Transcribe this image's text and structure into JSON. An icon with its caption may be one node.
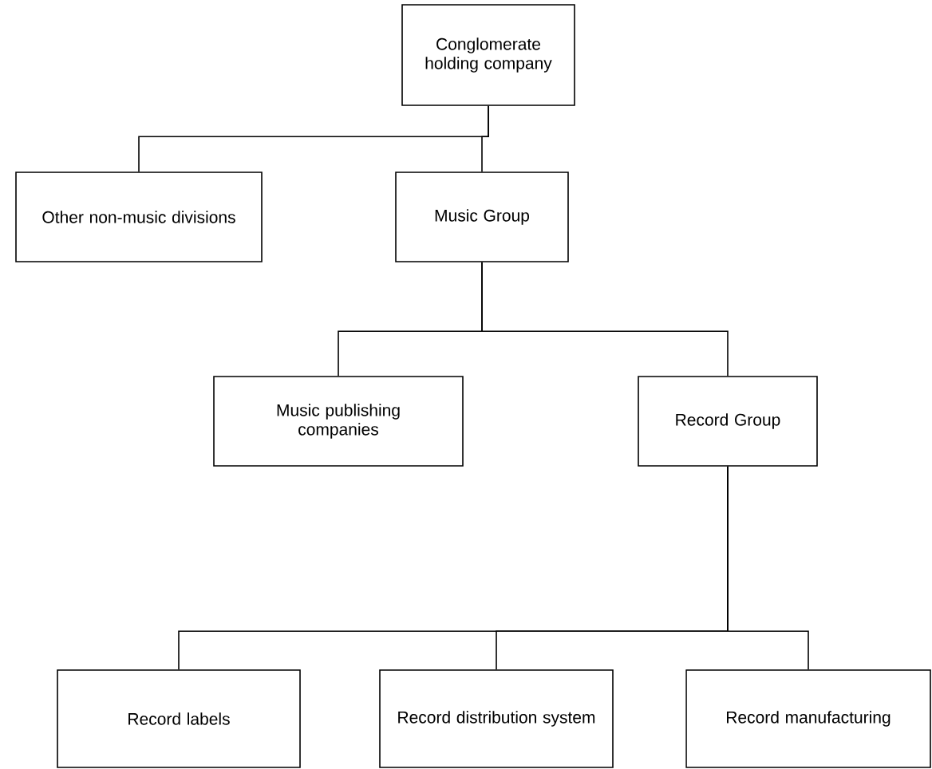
{
  "diagram": {
    "nodes": [
      {
        "text": [
          "Conglomerate holding company"
        ]
      },
      {
        "text": [
          "Other non-music divisions"
        ]
      },
      {
        "text": [
          "Music Group"
        ]
      },
      {
        "text": [
          "Music publishing companies"
        ]
      },
      {
        "text": [
          "Record Group"
        ]
      },
      {
        "text": [
          "Record labels"
        ]
      },
      {
        "text": [
          "Record distribution system"
        ]
      },
      {
        "text": [
          "Record manufacturing"
        ]
      }
    ],
    "edges": [
      {
        "from": 0,
        "to": 1,
        "arrow": "none"
      },
      {
        "from": 0,
        "to": 2,
        "arrow": "none"
      },
      {
        "from": 2,
        "to": 3,
        "arrow": "none"
      },
      {
        "from": 2,
        "to": 4,
        "arrow": "none"
      },
      {
        "from": 4,
        "to": 5,
        "arrow": "none"
      },
      {
        "from": 4,
        "to": 6,
        "arrow": "none"
      },
      {
        "from": 4,
        "to": 7,
        "arrow": "none"
      }
    ]
  }
}
